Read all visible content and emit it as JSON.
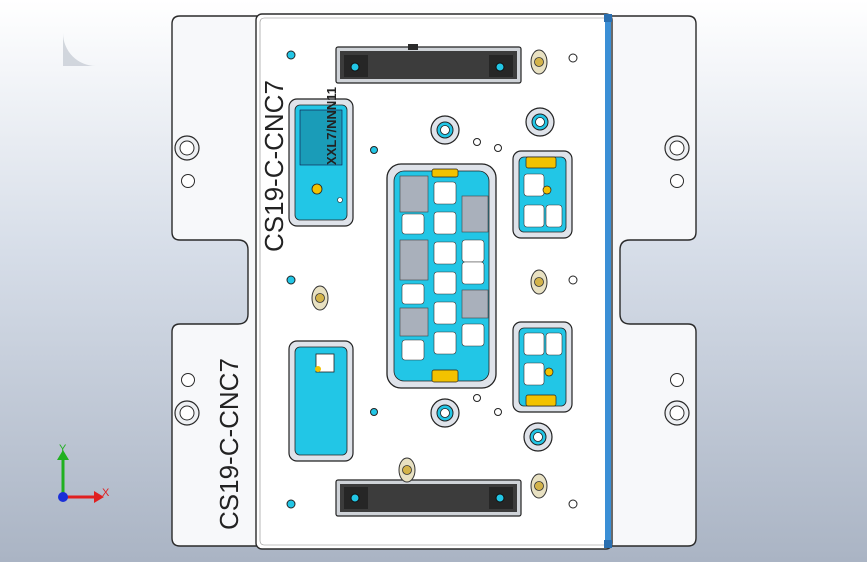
{
  "part": {
    "engraving_top": "CS19-C-CNC7",
    "engraving_bottom": "CS19-C-CNC7",
    "label_plate_text": "XXL7/NNN11"
  },
  "triad": {
    "x_label": "X",
    "y_label": "Y",
    "x_color": "#e02020",
    "y_color": "#20b020",
    "z_color": "#1a2fd8"
  },
  "colors": {
    "plate": "#f7f8fa",
    "outline": "#2a2a2a",
    "pocket_blue": "#22c6e6",
    "clamp_dark": "#3c3c3c",
    "pad_yellow": "#f2c200",
    "rail_blue": "#3b8fd6"
  }
}
